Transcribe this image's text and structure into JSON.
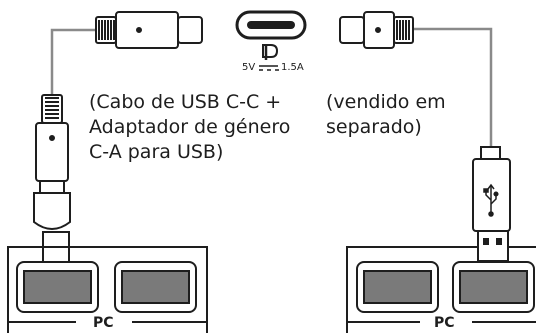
{
  "captions": {
    "left": [
      "(Cabo de USB C-C +",
      "Adaptador de género",
      "C-A para USB)"
    ],
    "right": [
      "(vendido em",
      "separado)"
    ]
  },
  "pc_labels": {
    "left": "PC",
    "right": "PC"
  },
  "power": {
    "voltage": "5V",
    "current": "1.5A"
  },
  "icons": [
    "usb-c-port-icon",
    "power-delivery-icon",
    "dc-symbol-icon",
    "usb-logo-icon"
  ],
  "colors": {
    "line": "#1e1e1e",
    "cable": "#8a8a8a",
    "port_fill": "#7a7a7a"
  }
}
